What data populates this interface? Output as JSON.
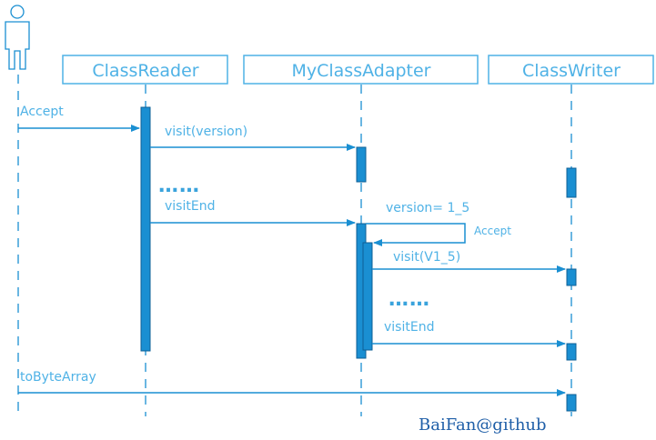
{
  "participants": {
    "actor": {
      "icon": "user-icon"
    },
    "class_reader": {
      "label": "ClassReader"
    },
    "my_class_adapter": {
      "label": "MyClassAdapter"
    },
    "class_writer": {
      "label": "ClassWriter"
    }
  },
  "messages": {
    "accept": "Accept",
    "visit_version": "visit(version)",
    "ellipsis_1": "……",
    "visit_end_1": "visitEnd",
    "version_assign": "version= 1_5",
    "self_accept": "Accept",
    "visit_v1_5": "visit(V1_5)",
    "ellipsis_2": "……",
    "visit_end_2": "visitEnd",
    "to_byte_array": "toByteArray"
  },
  "watermark": "BaiFan@github",
  "colors": {
    "line": "#1a8fd2",
    "activation_fill": "#1a8fd2",
    "activation_stroke": "#0d5f96",
    "label": "#4fb2e6"
  }
}
